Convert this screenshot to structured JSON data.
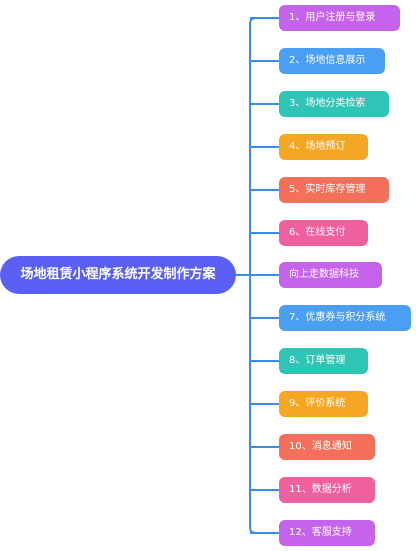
{
  "root": {
    "label": "场地租赁小程序系统开发制作方案",
    "color": "#5b60f5"
  },
  "connector_color": "#3a8ee6",
  "branches": [
    {
      "label": "1、用户注册与登录",
      "color": "#c563ec"
    },
    {
      "label": "2、场地信息展示",
      "color": "#4a9ff5"
    },
    {
      "label": "3、场地分类检索",
      "color": "#2ec4b6"
    },
    {
      "label": "4、场地预订",
      "color": "#f5a623"
    },
    {
      "label": "5、实时库存管理",
      "color": "#f4705a"
    },
    {
      "label": "6、在线支付",
      "color": "#f0609e"
    },
    {
      "label": "向上走数据科技",
      "color": "#c563ec"
    },
    {
      "label": "7、优惠券与积分系统",
      "color": "#4a9ff5"
    },
    {
      "label": "8、订单管理",
      "color": "#2ec4b6"
    },
    {
      "label": "9、评价系统",
      "color": "#f5a623"
    },
    {
      "label": "10、消息通知",
      "color": "#f4705a"
    },
    {
      "label": "11、数据分析",
      "color": "#f0609e"
    },
    {
      "label": "12、客服支持",
      "color": "#c563ec"
    }
  ]
}
